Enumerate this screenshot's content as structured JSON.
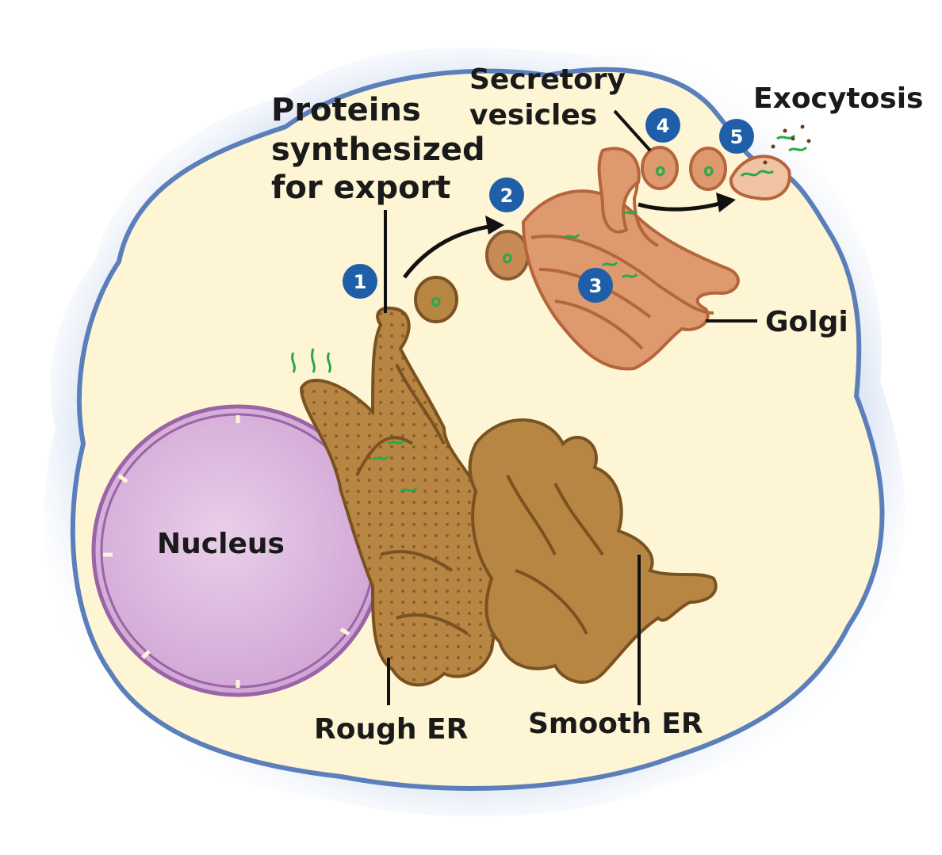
{
  "labels": {
    "proteins": [
      "Proteins",
      "synthesized",
      "for export"
    ],
    "secretory": [
      "Secretory",
      "vesicles"
    ],
    "exocytosis": "Exocytosis",
    "golgi": "Golgi",
    "nucleus": "Nucleus",
    "rough_er": "Rough ER",
    "smooth_er": "Smooth ER"
  },
  "steps": [
    "1",
    "2",
    "3",
    "4",
    "5"
  ],
  "colors": {
    "cytoplasm": "#fdf5d3",
    "membrane": "#5b7fba",
    "halo": "#cfdcf0",
    "nucleus_fill": "#d9b6dd",
    "nucleus_edge": "#9a64a6",
    "er_fill": "#b88643",
    "er_edge": "#7a5222",
    "golgi_fill": "#de9a6e",
    "golgi_edge": "#b5653c",
    "protein": "#2aa84a",
    "step_badge": "#1f5ea8"
  }
}
